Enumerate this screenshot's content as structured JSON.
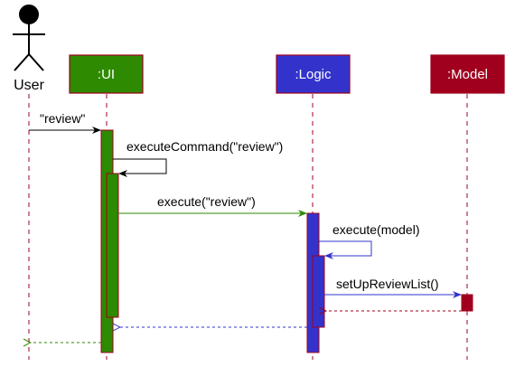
{
  "participants": {
    "user": {
      "label": "User"
    },
    "ui": {
      "label": ":UI",
      "color": "#2e8a00"
    },
    "logic": {
      "label": ":Logic",
      "color": "#3333cc"
    },
    "model": {
      "label": ":Model",
      "color": "#a0001e"
    }
  },
  "lifeline_color": "#a0001e",
  "messages": {
    "m1": "\"review\"",
    "m2": "executeCommand(\"review\")",
    "m3": "execute(\"review\")",
    "m4": "execute(model)",
    "m5": "setUpReviewList()"
  }
}
